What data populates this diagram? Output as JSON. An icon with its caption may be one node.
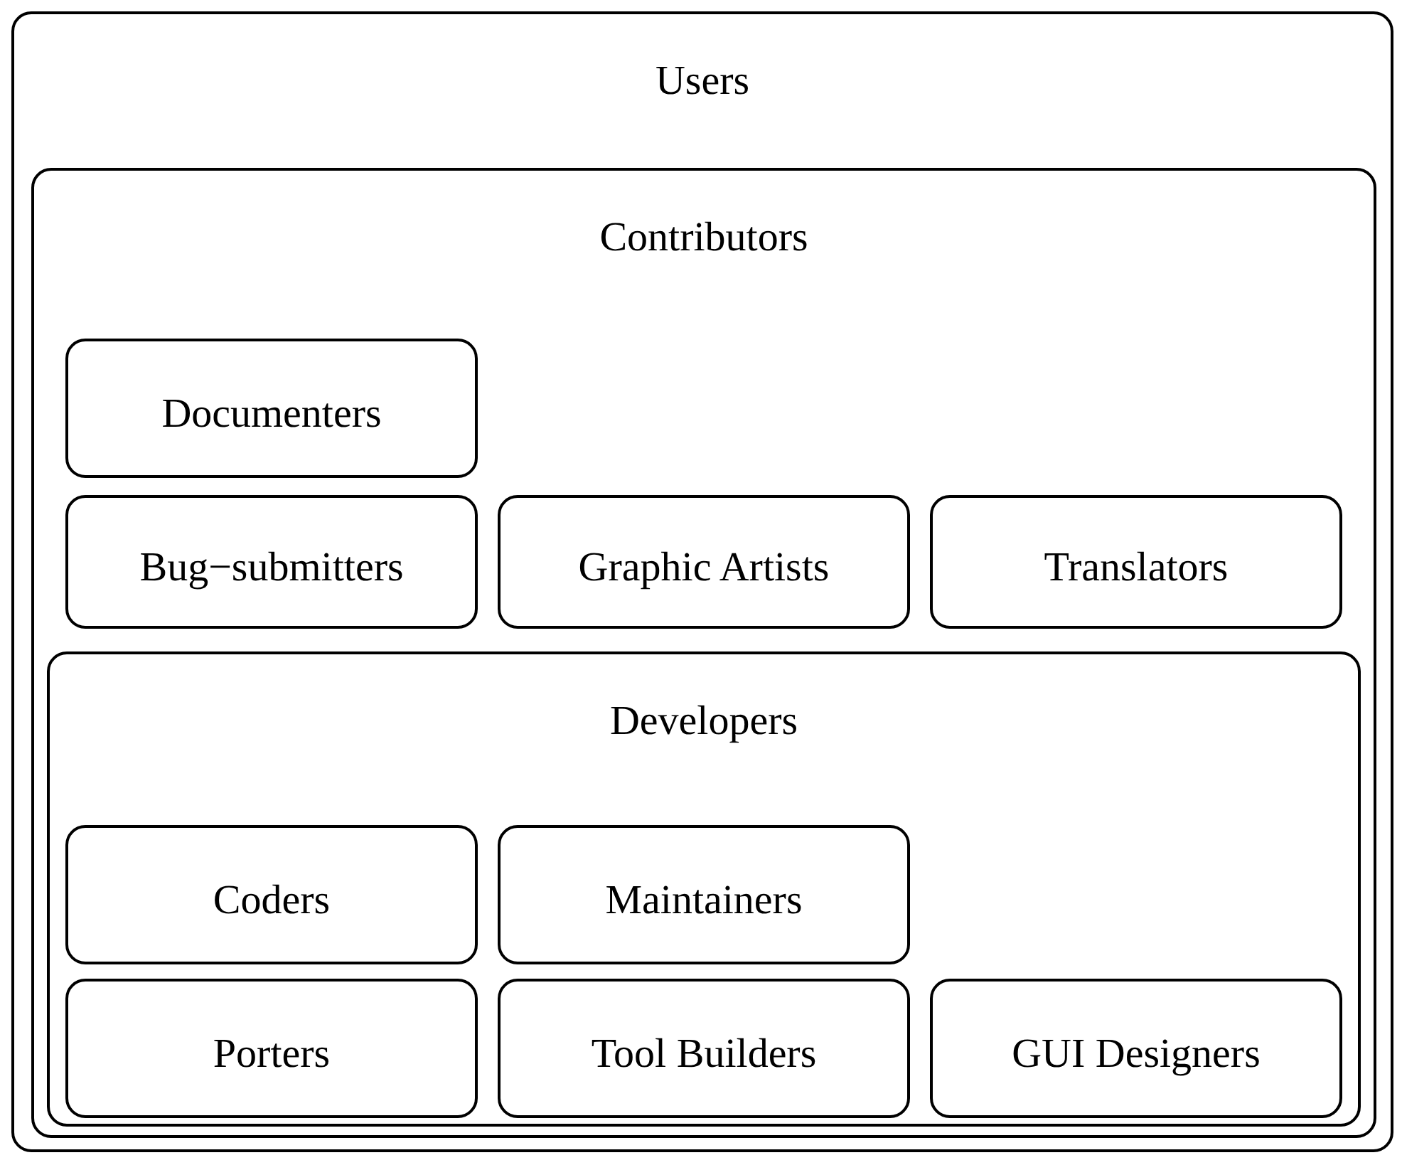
{
  "diagram": {
    "nodes": [
      {
        "text": [
          "Users"
        ]
      },
      {
        "text": [
          "Contributors"
        ],
        "in": 0
      },
      {
        "text": [
          "Documenters"
        ],
        "in": 1
      },
      {
        "text": [
          "Bug−submitters"
        ],
        "in": 1
      },
      {
        "text": [
          "Graphic Artists"
        ],
        "in": 1
      },
      {
        "text": [
          "Translators"
        ],
        "in": 1
      },
      {
        "text": [
          "Developers"
        ],
        "in": 1
      },
      {
        "text": [
          "Coders"
        ],
        "in": 6
      },
      {
        "text": [
          "Maintainers"
        ],
        "in": 6
      },
      {
        "text": [
          "Porters"
        ],
        "in": 6
      },
      {
        "text": [
          "Tool Builders"
        ],
        "in": 6
      },
      {
        "text": [
          "GUI Designers"
        ],
        "in": 6
      }
    ]
  }
}
